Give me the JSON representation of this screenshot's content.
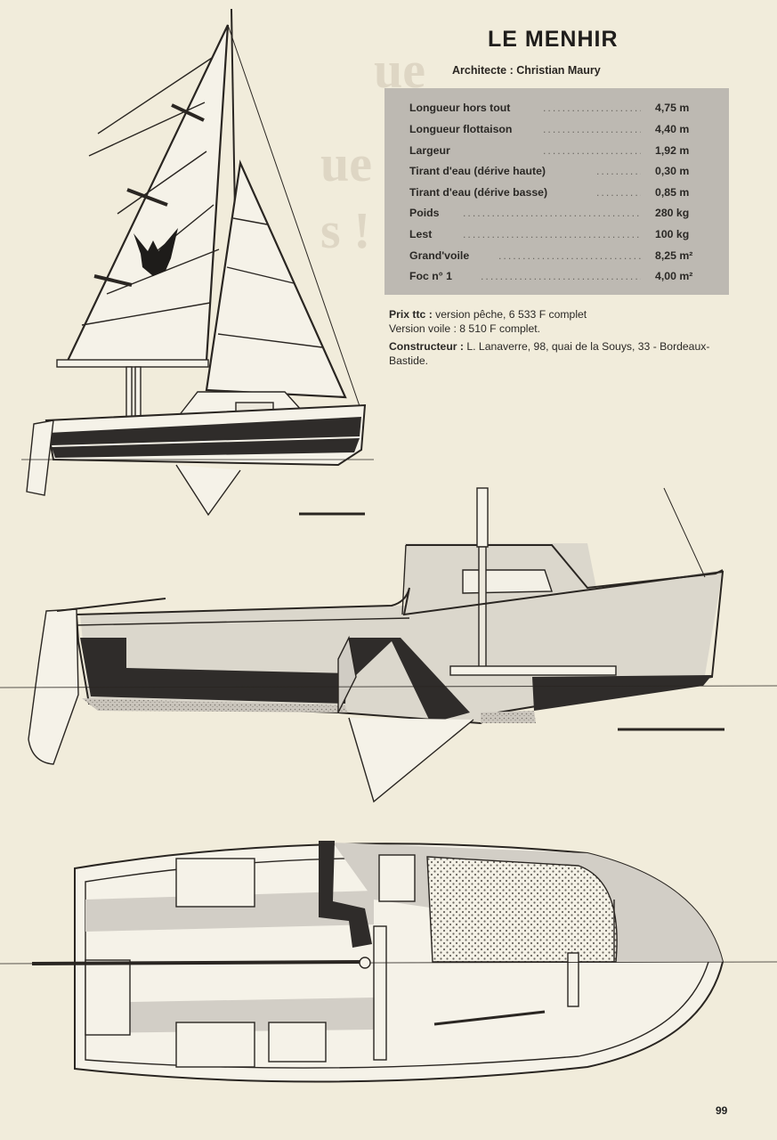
{
  "header": {
    "title": "LE MENHIR",
    "architect": "Architecte : Christian Maury"
  },
  "specs": [
    {
      "label": "Longueur hors tout",
      "value": "4,75 m"
    },
    {
      "label": "Longueur flottaison",
      "value": "4,40 m"
    },
    {
      "label": "Largeur",
      "value": "1,92 m"
    },
    {
      "label": "Tirant d'eau (dérive haute)",
      "value": "0,30 m"
    },
    {
      "label": "Tirant d'eau (dérive basse)",
      "value": "0,85 m"
    },
    {
      "label": "Poids",
      "value": "280 kg"
    },
    {
      "label": "Lest",
      "value": "100 kg"
    },
    {
      "label": "Grand'voile",
      "value": "8,25 m²"
    },
    {
      "label": "Foc n° 1",
      "value": "4,00 m²"
    }
  ],
  "price": {
    "label": "Prix ttc :",
    "line1": "version pêche, 6 533 F complet",
    "line2": "Version voile : 8 510 F complet."
  },
  "builder": {
    "label": "Constructeur :",
    "text": "L. Lanaverre, 98, quai de la Souys, 33 - Bordeaux-Bastide."
  },
  "page_number": "99",
  "colors": {
    "paper": "#f1ecdb",
    "spec_panel": "#bdb9b2",
    "ink": "#2a2622",
    "hull_dark": "#2f2c2a",
    "shade": "#d2cec6"
  },
  "icons": [
    "bat-emblem-icon"
  ]
}
